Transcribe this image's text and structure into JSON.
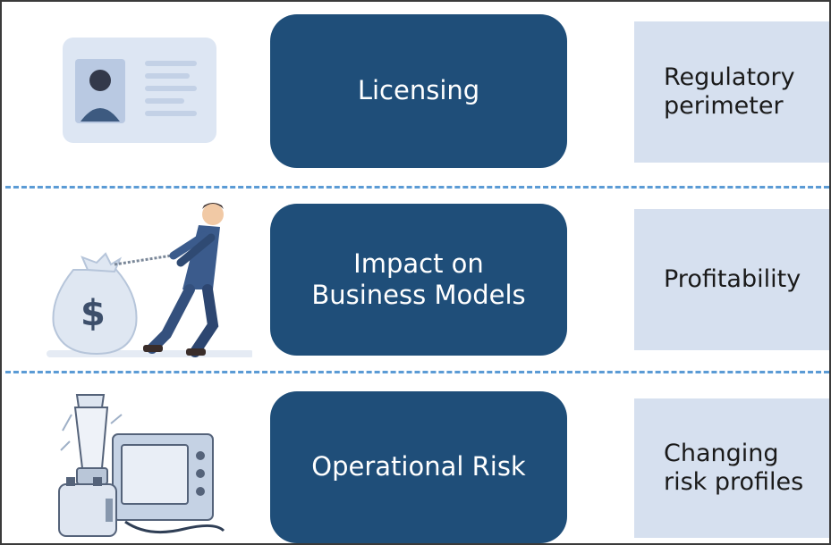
{
  "rows": [
    {
      "center_label": "Licensing",
      "right_label": "Regulatory\nperimeter",
      "icon": "id-card-icon"
    },
    {
      "center_label": "Impact on\nBusiness Models",
      "right_label": "Profitability",
      "icon": "businessman-pulling-money-bag-icon"
    },
    {
      "center_label": "Operational Risk",
      "right_label": "Changing\nrisk profiles",
      "icon": "broken-appliances-icon"
    }
  ],
  "colors": {
    "center_box": "#1f4e79",
    "right_box": "#d6e0ef",
    "divider": "#5b9bd5",
    "border": "#3a3a3a"
  }
}
